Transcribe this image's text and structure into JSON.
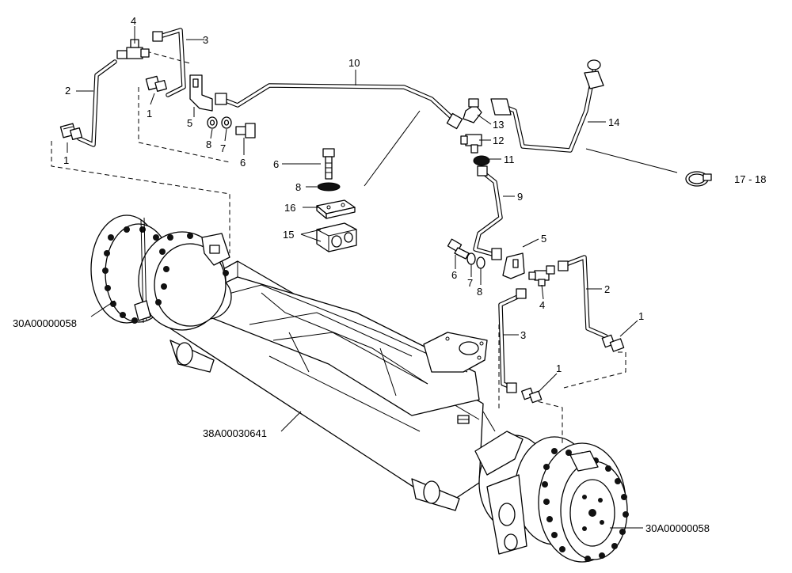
{
  "callouts": {
    "c1_top_left_fitting": "1",
    "c1_top_left_lower": "1",
    "c2_top_left": "2",
    "c3_top_left": "3",
    "c4_top_left": "4",
    "c5_top": "5",
    "c6_top": "6",
    "c7_top": "7",
    "c8_top": "8",
    "c6_clamp": "6",
    "c8_clamp": "8",
    "c16_clamp": "16",
    "c15_clamp": "15",
    "c10": "10",
    "c13": "13",
    "c12": "12",
    "c11": "11",
    "c14": "14",
    "c9": "9",
    "c17_18": "17 - 18",
    "c5_right": "5",
    "c6_right": "6",
    "c7_right": "7",
    "c8_right": "8",
    "c4_right": "4",
    "c2_right": "2",
    "c1_right_upper": "1",
    "c3_right": "3",
    "c1_right_lower": "1"
  },
  "references": {
    "hub_left": "30A00000058",
    "axle_housing": "38A00030641",
    "hub_right": "30A00000058"
  }
}
